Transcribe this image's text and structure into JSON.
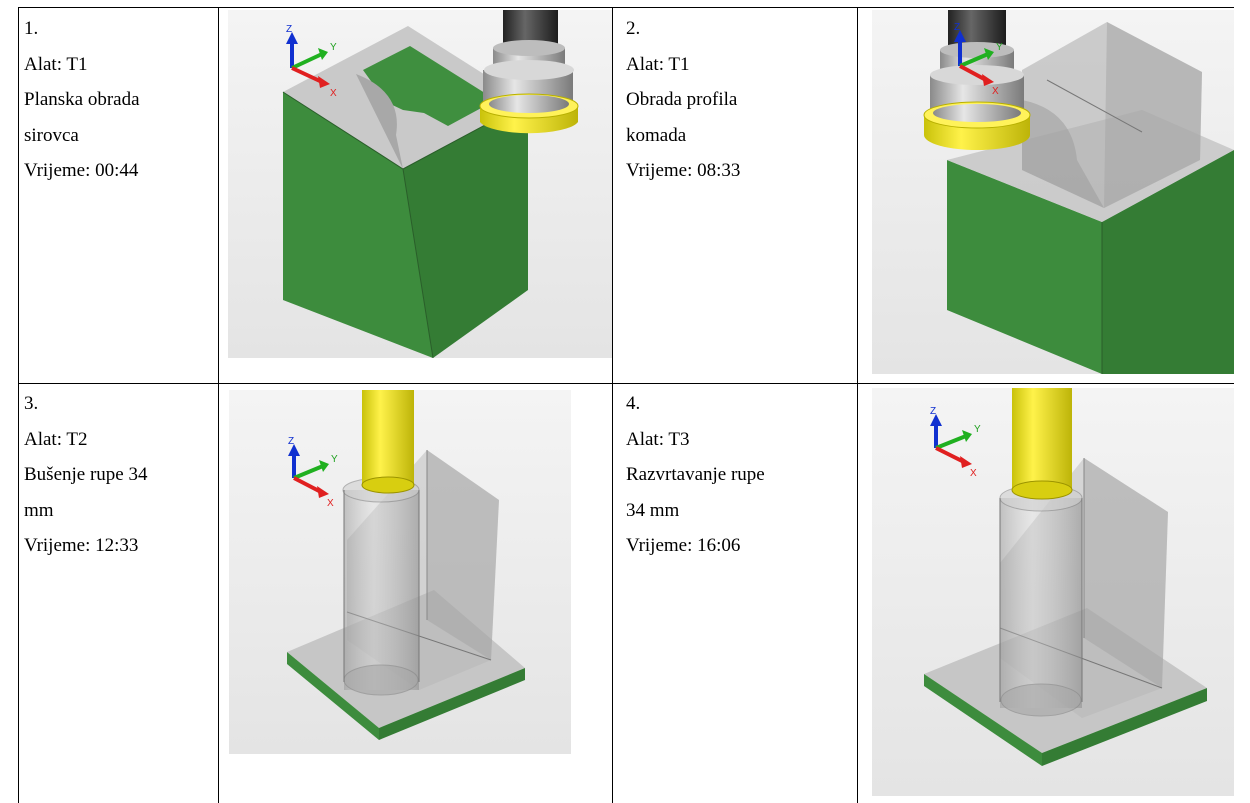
{
  "steps": [
    {
      "number": "1.",
      "tool": "Alat: T1",
      "op_line1": "Planska obrada",
      "op_line2": "sirovca",
      "time": "Vrijeme: 00:44"
    },
    {
      "number": "2.",
      "tool": "Alat: T1",
      "op_line1": "Obrada profila",
      "op_line2": "komada",
      "time": "Vrijeme: 08:33"
    },
    {
      "number": "3.",
      "tool": "Alat: T2",
      "op_line1": "Bušenje rupe 34",
      "op_line2": "mm",
      "time": "Vrijeme: 12:33"
    },
    {
      "number": "4.",
      "tool": "Alat: T3",
      "op_line1": "Razvrtavanje rupe",
      "op_line2": "34 mm",
      "time": "Vrijeme: 16:06"
    }
  ],
  "axes": {
    "x": "X",
    "y": "Y",
    "z": "Z"
  },
  "colors": {
    "stock_green": "#3d8c3d",
    "part_gray": "#c4c4c4",
    "tool_yellow": "#f2ea0e",
    "holder_dark": "#3a3a3a",
    "view_bg": "#ebebeb"
  }
}
